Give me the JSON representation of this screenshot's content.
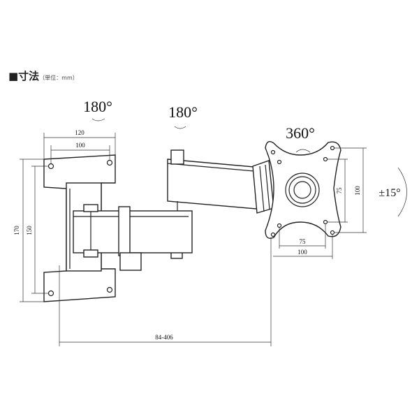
{
  "header": {
    "title": "■寸法",
    "unit": "（単位：mm）"
  },
  "rotations": {
    "wall_pivot": "180°",
    "arm_pivot": "180°",
    "plate": "360°",
    "tilt": "±15°"
  },
  "dimensions": {
    "wall_width_outer": "120",
    "wall_width_holes": "100",
    "wall_height_outer": "170",
    "wall_height_holes": "150",
    "vesa_vertical_small": "75",
    "vesa_vertical_large": "100",
    "vesa_horizontal_small": "75",
    "vesa_horizontal_large": "100",
    "extension": "84-406"
  }
}
